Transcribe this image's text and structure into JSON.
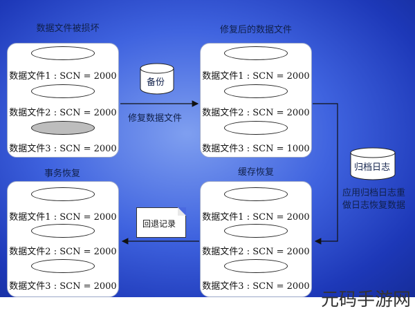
{
  "panels": {
    "top_left": {
      "title": "数据文件被损坏",
      "files": [
        {
          "label": "数据文件1 : SCN = 2000",
          "damaged": false
        },
        {
          "label": "数据文件2 : SCN = 2000",
          "damaged": false
        },
        {
          "label": "数据文件3 : SCN = 2000",
          "damaged": true
        }
      ]
    },
    "top_right": {
      "title": "修复后的数据文件",
      "files": [
        {
          "label": "数据文件1 : SCN = 2000"
        },
        {
          "label": "数据文件2 : SCN = 2000"
        },
        {
          "label": "数据文件3 : SCN = 1000"
        }
      ]
    },
    "bottom_right": {
      "title": "缓存恢复",
      "files": [
        {
          "label": "数据文件1 : SCN = 2000"
        },
        {
          "label": "数据文件2 : SCN = 2000"
        },
        {
          "label": "数据文件3 : SCN = 2000"
        }
      ]
    },
    "bottom_left": {
      "title": "事务恢复",
      "files": [
        {
          "label": "数据文件1 : SCN = 2000"
        },
        {
          "label": "数据文件2 : SCN = 2000"
        },
        {
          "label": "数据文件3 : SCN = 2000"
        }
      ]
    }
  },
  "backup": {
    "label": "备份"
  },
  "restore_label": "修复数据文件",
  "archive_log": {
    "label": "归档日志"
  },
  "apply_redo": {
    "line1": "应用归档日志重",
    "line2": "做日志恢复数据"
  },
  "rollback": {
    "label": "回退记录"
  },
  "watermark": "元码手游网"
}
